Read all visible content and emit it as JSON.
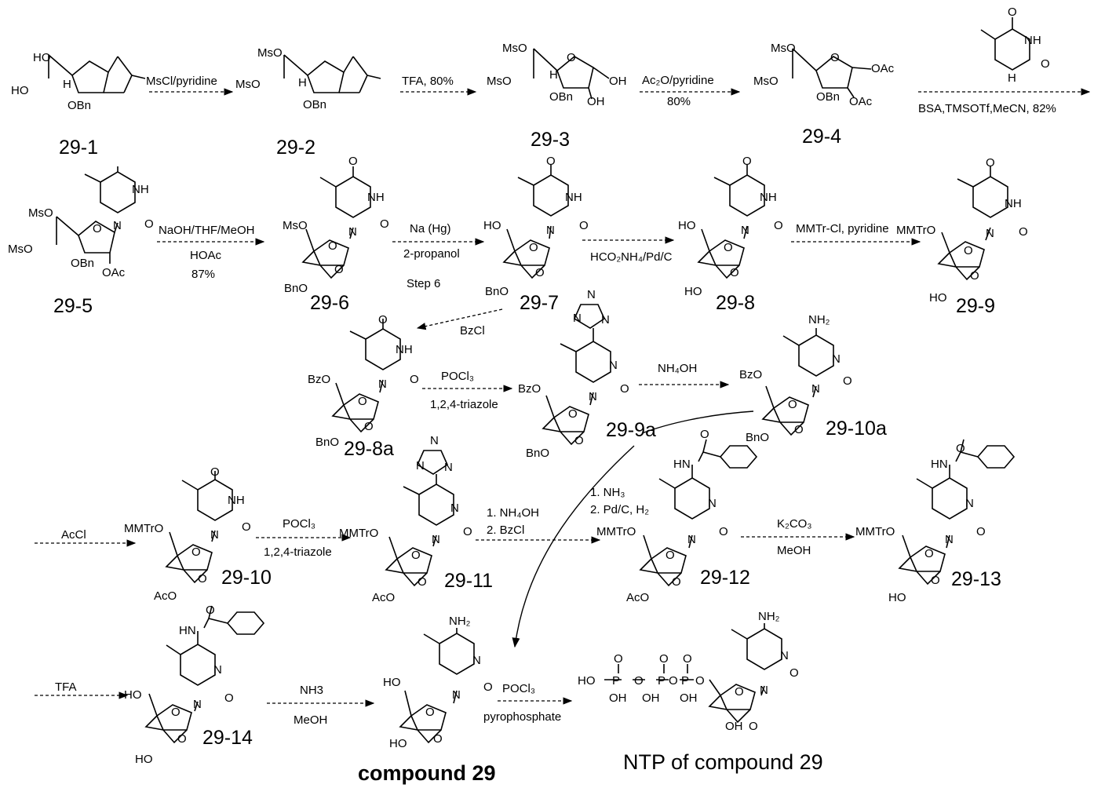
{
  "compound_ids": {
    "c29_1": "29-1",
    "c29_2": "29-2",
    "c29_3": "29-3",
    "c29_4": "29-4",
    "c29_5": "29-5",
    "c29_6": "29-6",
    "c29_7": "29-7",
    "c29_8": "29-8",
    "c29_9": "29-9",
    "c29_8a": "29-8a",
    "c29_9a": "29-9a",
    "c29_10a": "29-10a",
    "c29_10": "29-10",
    "c29_11": "29-11",
    "c29_12": "29-12",
    "c29_13": "29-13",
    "c29_14": "29-14",
    "compound29": "compound 29",
    "ntp": "NTP of compound 29"
  },
  "conditions": {
    "s1": "MsCl/pyridine",
    "s2": "TFA, 80%",
    "s3a": "Ac₂O/pyridine",
    "s3b": "80%",
    "s4": "BSA,TMSOTf,MeCN, 82%",
    "s5a": "NaOH/THF/MeOH",
    "s5b": "HOAc",
    "s5c": "87%",
    "s6a": "Na (Hg)",
    "s6b": "2-propanol",
    "s6c": "Step 6",
    "s7": "HCO₂NH₄/Pd/C",
    "s8": "MMTr-Cl, pyridine",
    "s9": "BzCl",
    "s10a": "POCl₃",
    "s10b": "1,2,4-triazole",
    "s11": "NH₄OH",
    "s12": "AcCl",
    "s13a": "POCl₃",
    "s13b": "1,2,4-triazole",
    "s14a": "1. NH₄OH",
    "s14b": "2. BzCl",
    "s15a": "1. NH₃",
    "s15b": "2. Pd/C, H₂",
    "s16a": "K₂CO₃",
    "s16b": "MeOH",
    "s17": "TFA",
    "s18a": "NH3",
    "s18b": "MeOH",
    "s19a": "POCl₃",
    "s19b": "pyrophosphate"
  },
  "atoms": {
    "HO": "HO",
    "OH": "OH",
    "H": "H",
    "O": "O",
    "N": "N",
    "NH": "NH",
    "NH2": "NH₂",
    "OBn": "OBn",
    "BnO": "BnO",
    "OAc": "OAc",
    "AcO": "AcO",
    "MsO": "MsO",
    "BzO": "BzO",
    "MMTrO": "MMTrO",
    "HN": "HN",
    "P": "P",
    "OH_dash": "OH"
  }
}
